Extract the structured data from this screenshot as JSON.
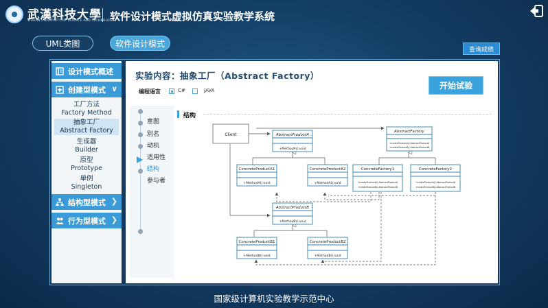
{
  "header": {
    "university_cn": "武漢科技大學",
    "university_en": "WUHAN UNIVERSITY OF SCIENCE AND TECHNOLOGY",
    "system_title": "软件设计模式虚拟仿真实验教学系统"
  },
  "tabs": [
    {
      "label": "UML类图",
      "active": false
    },
    {
      "label": "软件设计模式",
      "active": true
    }
  ],
  "query_button": "查询成绩",
  "sidebar": {
    "categories": [
      {
        "label": "设计模式概述"
      },
      {
        "label": "创建型模式"
      },
      {
        "label": "结构型模式"
      },
      {
        "label": "行为型模式"
      }
    ],
    "creational_items": [
      {
        "cn": "工厂方法",
        "en": "Factory Method",
        "active": false
      },
      {
        "cn": "抽象工厂",
        "en": "Abstract Factory",
        "active": true
      },
      {
        "cn": "生成器",
        "en": "Builder",
        "active": false
      },
      {
        "cn": "原型",
        "en": "Prototype",
        "active": false
      },
      {
        "cn": "单例",
        "en": "Singleton",
        "active": false
      }
    ]
  },
  "content": {
    "title": "实验内容：抽象工厂（Abstract Factory）",
    "language_label": "编程语言",
    "languages": [
      {
        "label": "C#",
        "selected": true
      },
      {
        "label": "JAVA",
        "selected": false
      }
    ],
    "start_button": "开始试验",
    "nav_items": [
      "意图",
      "别名",
      "动机",
      "适用性",
      "结构",
      "参与者"
    ],
    "active_nav": "结构",
    "section_title": "结构"
  },
  "uml": {
    "client": "Client",
    "abstract_product_a": {
      "name": "AbstractProductA",
      "method": "+MethodA():void"
    },
    "abstract_factory": {
      "name": "AbstractFactory",
      "methods": [
        "+createProductA():AbstractProductA",
        "+createProductB():AbstractProductB"
      ]
    },
    "concrete_product_a1": {
      "name": "ConcreteProductA1",
      "method": "+MethodA():void"
    },
    "concrete_product_a2": {
      "name": "ConcreteProductA2",
      "method": "+MethodA():void"
    },
    "concrete_factory1": {
      "name": "ConcreteFactory1",
      "methods": [
        "+createProductA():AbstractProductA",
        "+createProductB():AbstractProductB"
      ]
    },
    "concrete_factory2": {
      "name": "ConcreteFactory2",
      "methods": [
        "+createProductA():AbstractProductA",
        "+createProductB():AbstractProductB"
      ]
    },
    "abstract_product_b": {
      "name": "AbstractProductB",
      "method": "+MethodB():void"
    },
    "concrete_product_b1": {
      "name": "ConcreteProductB1",
      "method": "+MethodB():void"
    },
    "concrete_product_b2": {
      "name": "ConcreteProductB2",
      "method": "+MethodB():void"
    }
  },
  "footer": "国家级计算机实验教学示范中心",
  "colors": {
    "accent": "#3aa3dc",
    "uml_border": "#2f7fb3",
    "background": "#143f66"
  }
}
